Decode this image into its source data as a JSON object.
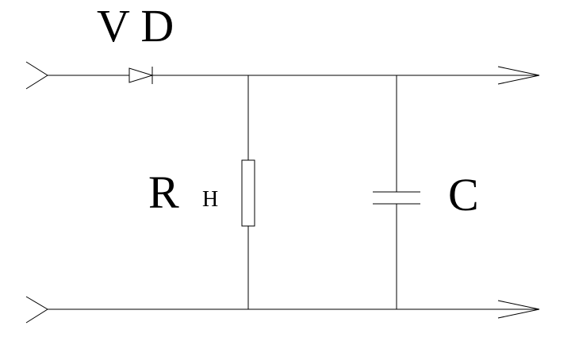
{
  "labels": {
    "diode": "V D",
    "resistor_main": "R",
    "resistor_sub": "H",
    "capacitor": "C"
  },
  "colors": {
    "line": "#000000",
    "background": "#ffffff"
  }
}
